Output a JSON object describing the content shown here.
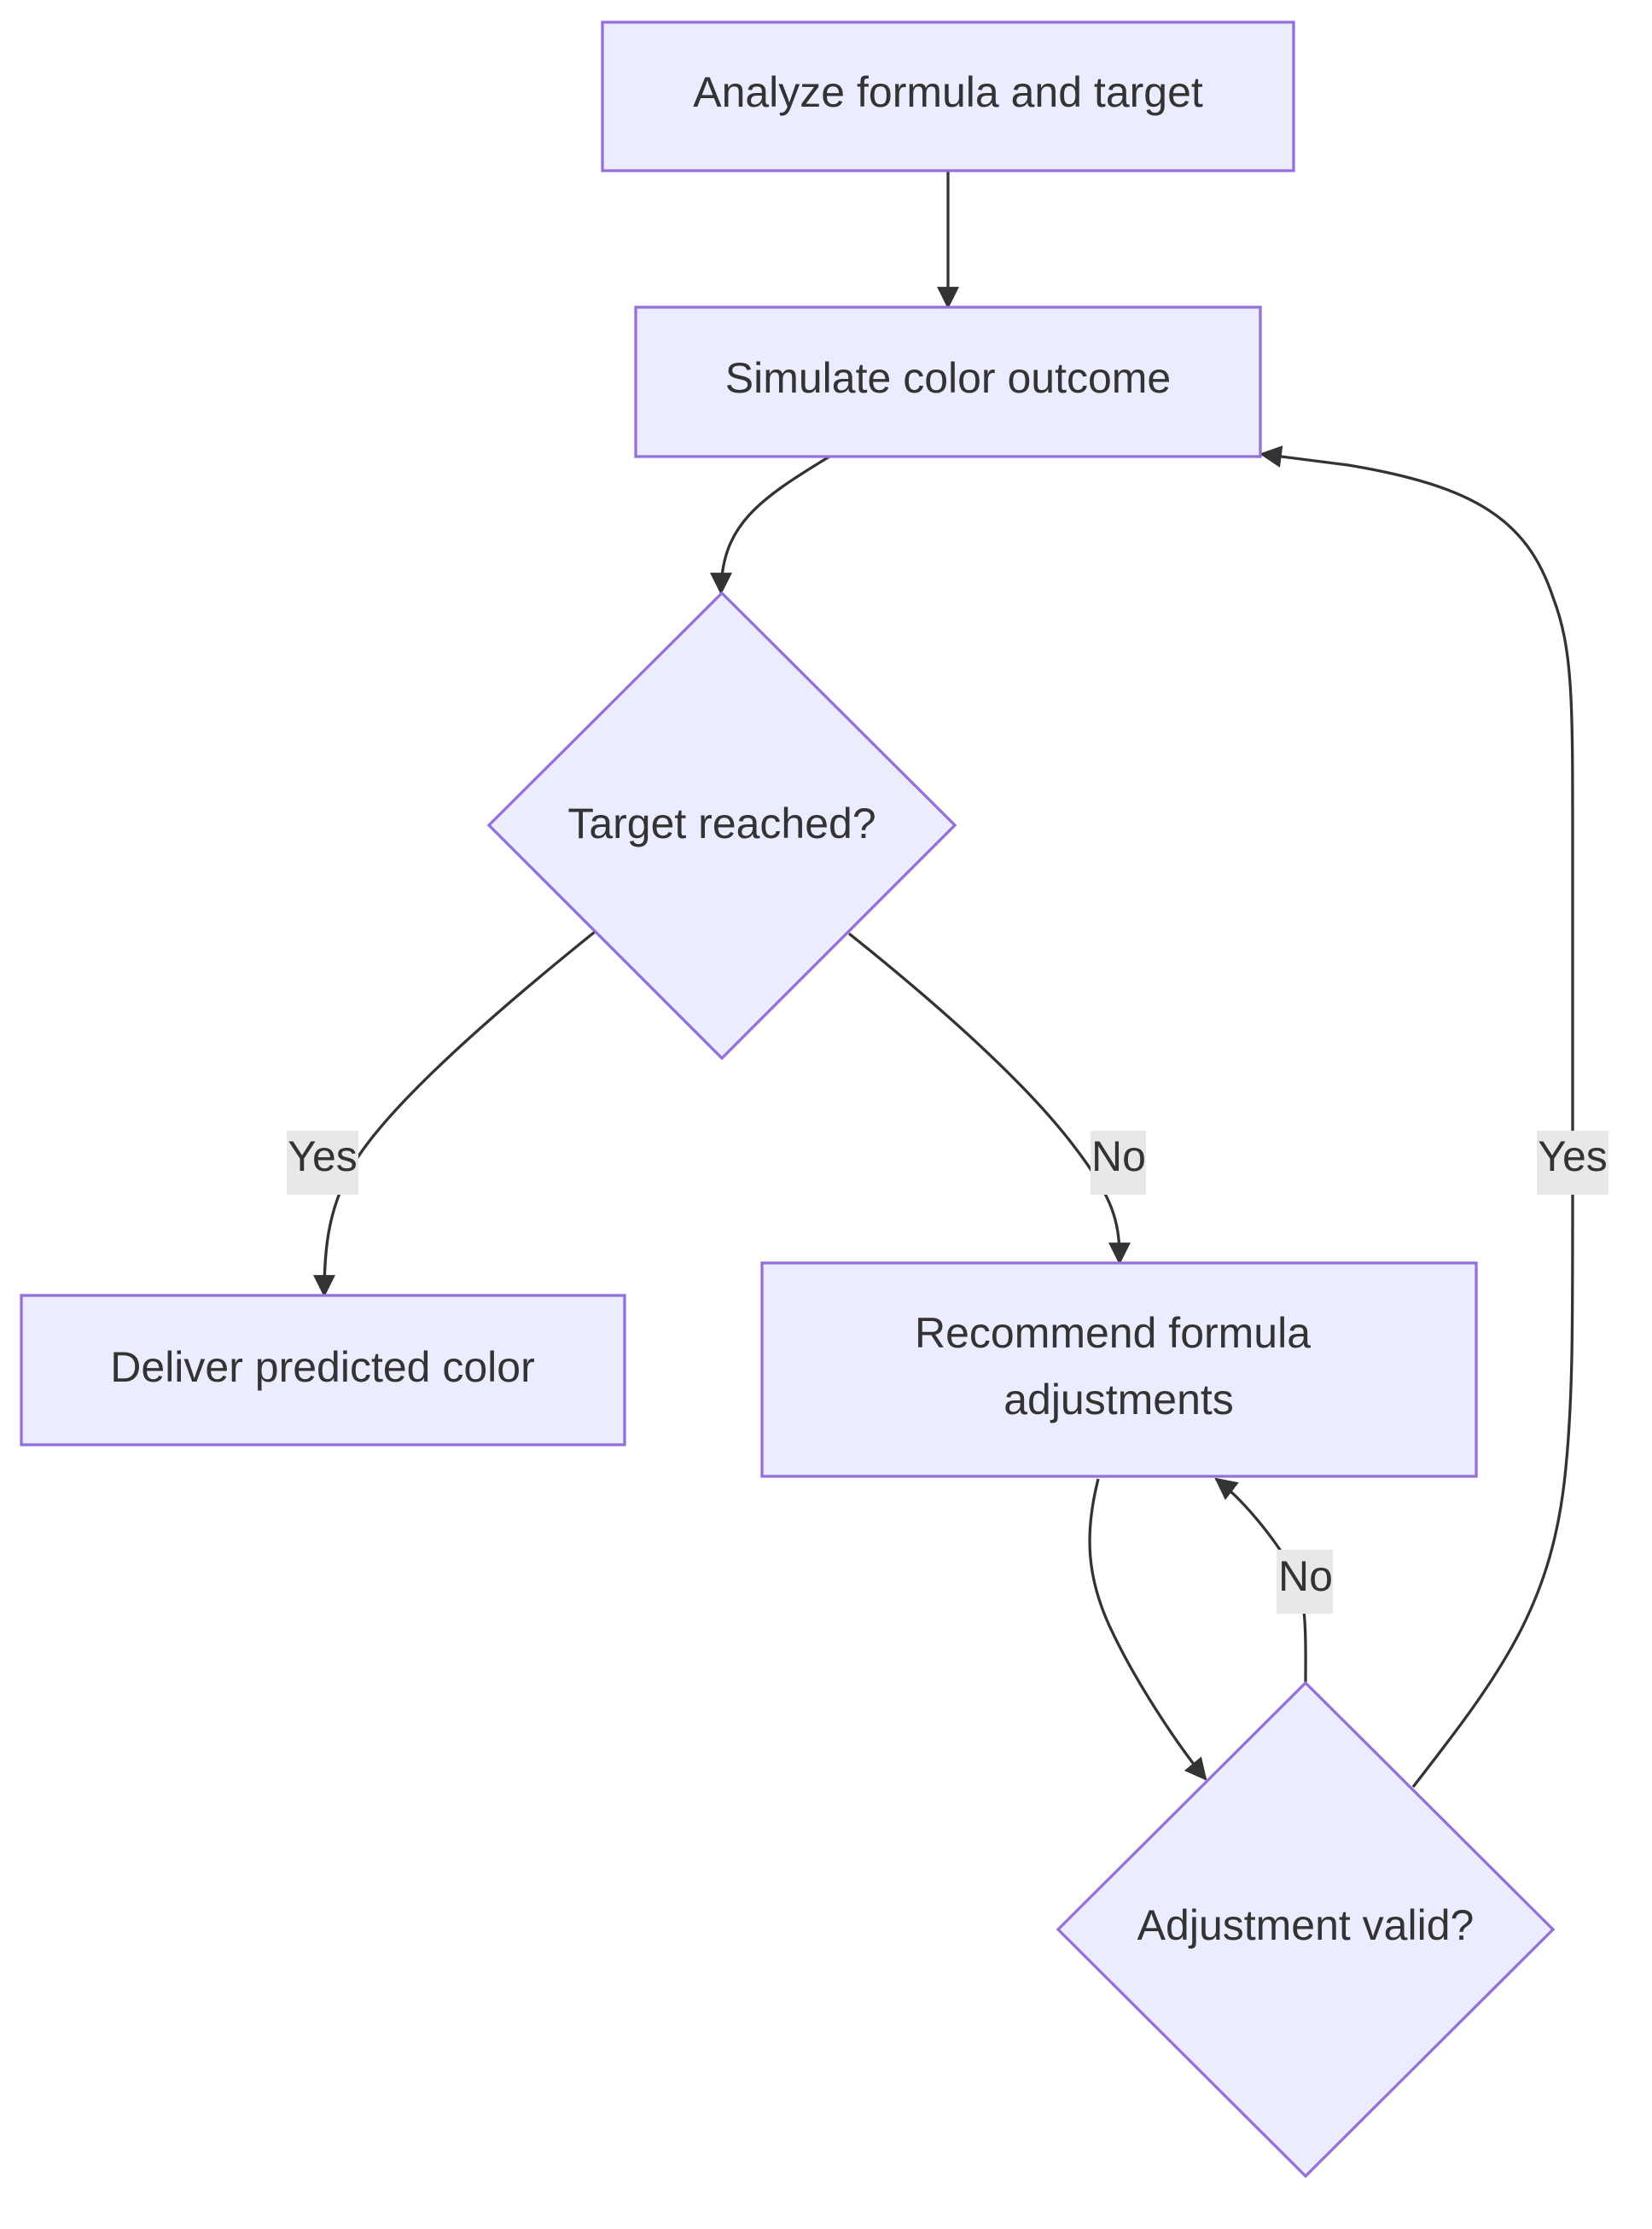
{
  "diagram": {
    "nodes": {
      "analyze": {
        "text": "Analyze formula and target"
      },
      "simulate": {
        "text": "Simulate color outcome"
      },
      "target_reached": {
        "text": "Target reached?"
      },
      "deliver": {
        "text": "Deliver predicted color"
      },
      "recommend": {
        "line1": "Recommend formula",
        "line2": "adjustments"
      },
      "adjustment_valid": {
        "text": "Adjustment valid?"
      }
    },
    "edges": {
      "target_yes": "Yes",
      "target_no": "No",
      "adjust_no": "No",
      "adjust_yes": "Yes"
    },
    "colors": {
      "node_fill": "#ECECFF",
      "node_stroke": "#9370DB",
      "edge": "#333333",
      "label_background": "#e8e8e8",
      "text": "#333333"
    }
  }
}
